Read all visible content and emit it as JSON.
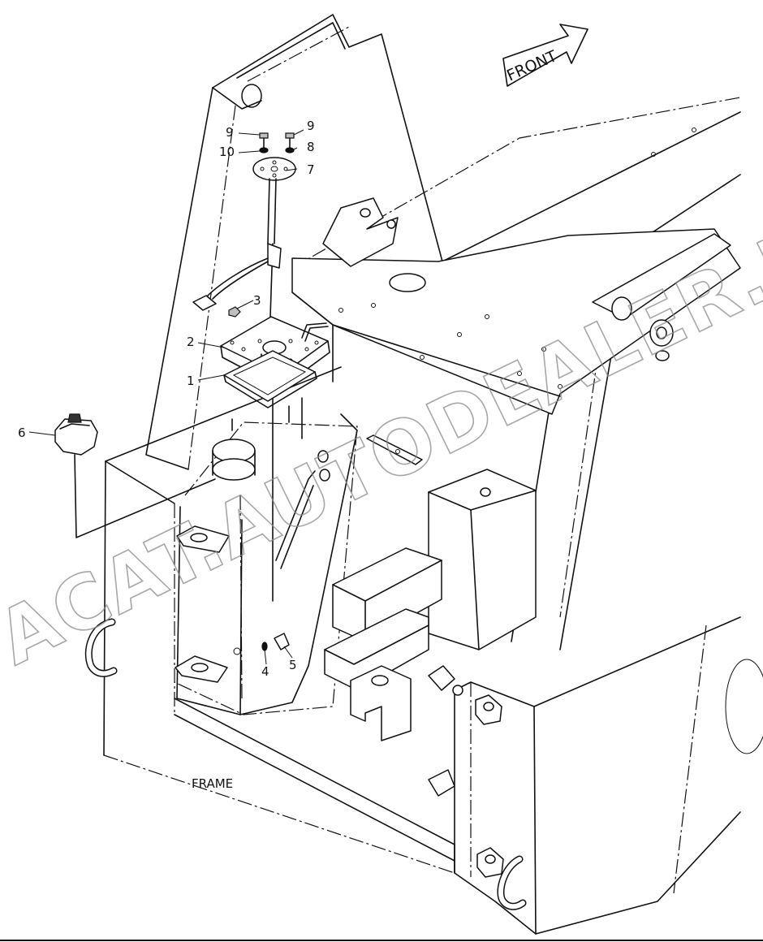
{
  "arrow_label": "FRONT",
  "frame_label": "FRAME",
  "watermark": "ACAT.AUTODEALER.RU",
  "callouts": [
    {
      "id": "c1",
      "label": "1"
    },
    {
      "id": "c2",
      "label": "2"
    },
    {
      "id": "c3",
      "label": "3"
    },
    {
      "id": "c4",
      "label": "4"
    },
    {
      "id": "c5",
      "label": "5"
    },
    {
      "id": "c6",
      "label": "6"
    },
    {
      "id": "c7",
      "label": "7"
    },
    {
      "id": "c8",
      "label": "8"
    },
    {
      "id": "c9a",
      "label": "9"
    },
    {
      "id": "c9b",
      "label": "9"
    },
    {
      "id": "c10",
      "label": "10"
    }
  ]
}
